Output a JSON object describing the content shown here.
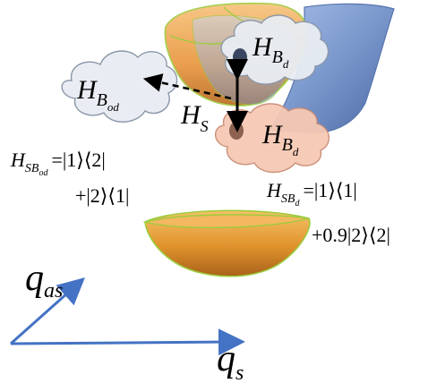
{
  "labels": {
    "h_b_d_top": {
      "main": "H",
      "sub": "B",
      "subsub": "d"
    },
    "h_b_od": {
      "main": "H",
      "sub": "B",
      "subsub": "od"
    },
    "h_s": {
      "main": "H",
      "sub": "S"
    },
    "h_b_d_bottom": {
      "main": "H",
      "sub": "B",
      "subsub": "d"
    },
    "eq_od": {
      "lhs_main": "H",
      "lhs_sub": "SB",
      "lhs_subsub": "od",
      "line1": "=|1⟩⟨2|",
      "line2": "+|2⟩⟨1|"
    },
    "eq_d": {
      "lhs_main": "H",
      "lhs_sub": "SB",
      "lhs_subsub": "d",
      "line1": "=|1⟩⟨1|",
      "line2": "+0.9|2⟩⟨2|"
    },
    "q_as": {
      "main": "q",
      "sub": "as"
    },
    "q_s": {
      "main": "q",
      "sub": "s"
    }
  },
  "colors": {
    "upper_surface_orange": "#f2a64a",
    "upper_surface_blue": "#6f8fc8",
    "lower_surface_orange": "#e69a2e",
    "surface_edge_green": "#9ccc3c",
    "cloud_gray_fill": "#e9edf3",
    "cloud_gray_stroke": "#8a96a8",
    "cloud_pink_fill": "#f6c9b4",
    "cloud_pink_stroke": "#c98c76",
    "axis_blue": "#4472c4",
    "state_dot": "#3a4560",
    "state_dot_lower": "#7a5040"
  }
}
